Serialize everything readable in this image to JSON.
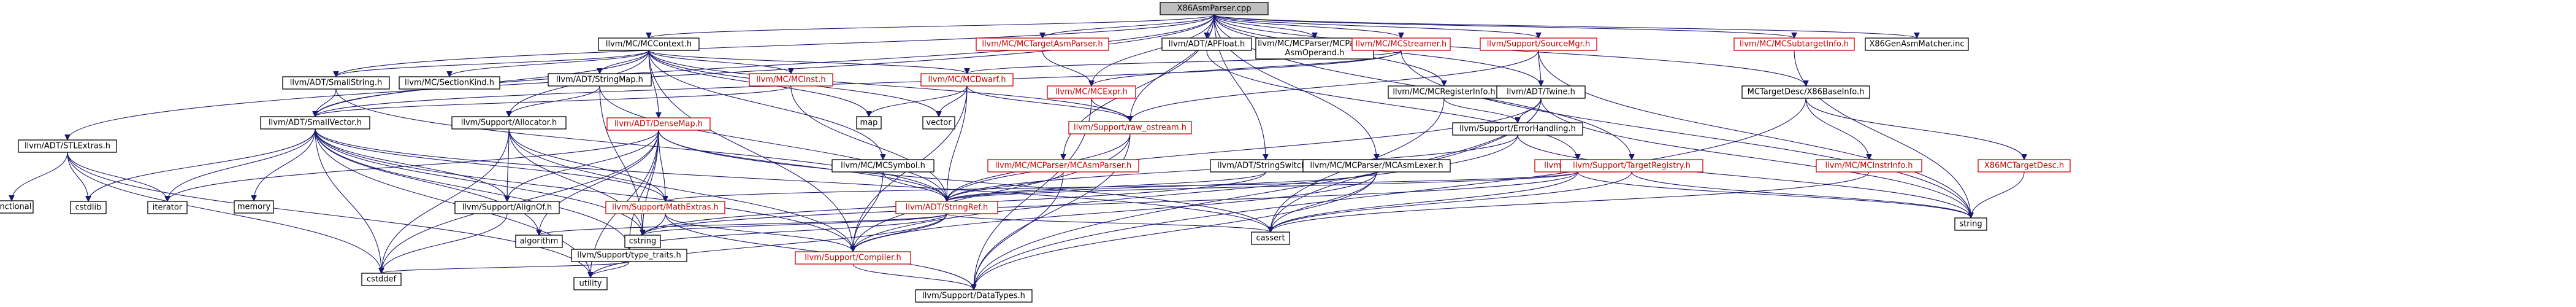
{
  "graph": {
    "nodes": [
      {
        "id": "n0",
        "lines": [
          "X86AsmParser.cpp"
        ],
        "color": "root"
      },
      {
        "id": "n1",
        "lines": [
          "llvm/ADT/STLExtras.h"
        ],
        "color": "black"
      },
      {
        "id": "n2",
        "lines": [
          "llvm/MC/MCContext.h"
        ],
        "color": "black"
      },
      {
        "id": "n3",
        "lines": [
          "llvm/MC/MCTargetAsmParser.h"
        ],
        "color": "red"
      },
      {
        "id": "n4",
        "lines": [
          "llvm/ADT/APFloat.h"
        ],
        "color": "black"
      },
      {
        "id": "n5",
        "lines": [
          "llvm/MC/MCParser/MCParsed",
          "AsmOperand.h"
        ],
        "color": "black"
      },
      {
        "id": "n6",
        "lines": [
          "llvm/MC/MCStreamer.h"
        ],
        "color": "red"
      },
      {
        "id": "n7",
        "lines": [
          "llvm/Support/SourceMgr.h"
        ],
        "color": "red"
      },
      {
        "id": "n8",
        "lines": [
          "llvm/MC/MCSubtargetInfo.h"
        ],
        "color": "red"
      },
      {
        "id": "n9",
        "lines": [
          "X86GenAsmMatcher.inc"
        ],
        "color": "black"
      },
      {
        "id": "n10",
        "lines": [
          "llvm/ADT/SmallString.h"
        ],
        "color": "black"
      },
      {
        "id": "n11",
        "lines": [
          "llvm/MC/SectionKind.h"
        ],
        "color": "black"
      },
      {
        "id": "n12",
        "lines": [
          "llvm/ADT/StringMap.h"
        ],
        "color": "black"
      },
      {
        "id": "n13",
        "lines": [
          "llvm/MC/MCInst.h"
        ],
        "color": "red"
      },
      {
        "id": "n14",
        "lines": [
          "llvm/MC/MCDwarf.h"
        ],
        "color": "red"
      },
      {
        "id": "n15",
        "lines": [
          "llvm/MC/MCExpr.h"
        ],
        "color": "red"
      },
      {
        "id": "n16",
        "lines": [
          "llvm/MC/MCRegisterInfo.h"
        ],
        "color": "black"
      },
      {
        "id": "n17",
        "lines": [
          "llvm/ADT/Twine.h"
        ],
        "color": "black"
      },
      {
        "id": "n18",
        "lines": [
          "MCTargetDesc/X86BaseInfo.h"
        ],
        "color": "black"
      },
      {
        "id": "n19",
        "lines": [
          "llvm/ADT/SmallVector.h"
        ],
        "color": "black"
      },
      {
        "id": "n20",
        "lines": [
          "llvm/Support/Allocator.h"
        ],
        "color": "black"
      },
      {
        "id": "n21",
        "lines": [
          "llvm/ADT/DenseMap.h"
        ],
        "color": "red"
      },
      {
        "id": "n22",
        "lines": [
          "map"
        ],
        "color": "black"
      },
      {
        "id": "n23",
        "lines": [
          "vector"
        ],
        "color": "black"
      },
      {
        "id": "n24",
        "lines": [
          "llvm/Support/raw_ostream.h"
        ],
        "color": "red"
      },
      {
        "id": "n25",
        "lines": [
          "llvm/MC/MCSymbol.h"
        ],
        "color": "black"
      },
      {
        "id": "n26",
        "lines": [
          "llvm/ADT/StringSwitch.h"
        ],
        "color": "black"
      },
      {
        "id": "n27",
        "lines": [
          "llvm/MC/MCParser/MCAsmParser.h"
        ],
        "color": "red"
      },
      {
        "id": "n28",
        "lines": [
          "llvm/MC/MCParser/MCAsmLexer.h"
        ],
        "color": "black"
      },
      {
        "id": "n29",
        "lines": [
          "llvm/ADT/APInt.h"
        ],
        "color": "red"
      },
      {
        "id": "n30",
        "lines": [
          "llvm/Support/ErrorHandling.h"
        ],
        "color": "black"
      },
      {
        "id": "n31",
        "lines": [
          "llvm/Support/TargetRegistry.h"
        ],
        "color": "red"
      },
      {
        "id": "n32",
        "lines": [
          "llvm/MC/MCInstrInfo.h"
        ],
        "color": "red"
      },
      {
        "id": "n33",
        "lines": [
          "X86MCTargetDesc.h"
        ],
        "color": "red"
      },
      {
        "id": "n34",
        "lines": [
          "string"
        ],
        "color": "black"
      },
      {
        "id": "n35",
        "lines": [
          "functional"
        ],
        "color": "black"
      },
      {
        "id": "n36",
        "lines": [
          "cstdlib"
        ],
        "color": "black"
      },
      {
        "id": "n37",
        "lines": [
          "iterator"
        ],
        "color": "black"
      },
      {
        "id": "n38",
        "lines": [
          "memory"
        ],
        "color": "black"
      },
      {
        "id": "n39",
        "lines": [
          "llvm/Support/AlignOf.h"
        ],
        "color": "black"
      },
      {
        "id": "n40",
        "lines": [
          "llvm/Support/MathExtras.h"
        ],
        "color": "red"
      },
      {
        "id": "n41",
        "lines": [
          "llvm/ADT/StringRef.h"
        ],
        "color": "red"
      },
      {
        "id": "n42",
        "lines": [
          "algorithm"
        ],
        "color": "black"
      },
      {
        "id": "n43",
        "lines": [
          "cstring"
        ],
        "color": "black"
      },
      {
        "id": "n44",
        "lines": [
          "llvm/Support/type_traits.h"
        ],
        "color": "black"
      },
      {
        "id": "n45",
        "lines": [
          "llvm/Support/Compiler.h"
        ],
        "color": "red"
      },
      {
        "id": "n46",
        "lines": [
          "cassert"
        ],
        "color": "black"
      },
      {
        "id": "n47",
        "lines": [
          "cstddef"
        ],
        "color": "black"
      },
      {
        "id": "n48",
        "lines": [
          "utility"
        ],
        "color": "black"
      },
      {
        "id": "n49",
        "lines": [
          "llvm/Support/DataTypes.h"
        ],
        "color": "black"
      }
    ],
    "edges": [
      [
        "n0",
        "n1"
      ],
      [
        "n0",
        "n2"
      ],
      [
        "n0",
        "n3"
      ],
      [
        "n0",
        "n4"
      ],
      [
        "n0",
        "n5"
      ],
      [
        "n0",
        "n6"
      ],
      [
        "n0",
        "n7"
      ],
      [
        "n0",
        "n8"
      ],
      [
        "n0",
        "n9"
      ],
      [
        "n0",
        "n19"
      ],
      [
        "n0",
        "n24"
      ],
      [
        "n0",
        "n26"
      ],
      [
        "n0",
        "n27"
      ],
      [
        "n0",
        "n28"
      ],
      [
        "n0",
        "n15"
      ],
      [
        "n0",
        "n16"
      ],
      [
        "n0",
        "n17"
      ],
      [
        "n0",
        "n18"
      ],
      [
        "n0",
        "n31"
      ],
      [
        "n0",
        "n10"
      ],
      [
        "n1",
        "n35"
      ],
      [
        "n1",
        "n36"
      ],
      [
        "n1",
        "n37"
      ],
      [
        "n1",
        "n47"
      ],
      [
        "n1",
        "n48"
      ],
      [
        "n2",
        "n10"
      ],
      [
        "n2",
        "n11"
      ],
      [
        "n2",
        "n12"
      ],
      [
        "n2",
        "n13"
      ],
      [
        "n2",
        "n14"
      ],
      [
        "n2",
        "n19"
      ],
      [
        "n2",
        "n20"
      ],
      [
        "n2",
        "n21"
      ],
      [
        "n2",
        "n22"
      ],
      [
        "n2",
        "n23"
      ],
      [
        "n2",
        "n24"
      ],
      [
        "n2",
        "n25"
      ],
      [
        "n2",
        "n45"
      ],
      [
        "n3",
        "n15"
      ],
      [
        "n4",
        "n29"
      ],
      [
        "n6",
        "n14"
      ],
      [
        "n6",
        "n15"
      ],
      [
        "n6",
        "n19"
      ],
      [
        "n6",
        "n34"
      ],
      [
        "n7",
        "n17"
      ],
      [
        "n7",
        "n24"
      ],
      [
        "n7",
        "n34"
      ],
      [
        "n8",
        "n34"
      ],
      [
        "n10",
        "n19"
      ],
      [
        "n10",
        "n41"
      ],
      [
        "n12",
        "n20"
      ],
      [
        "n12",
        "n41"
      ],
      [
        "n12",
        "n43"
      ],
      [
        "n13",
        "n19"
      ],
      [
        "n13",
        "n41"
      ],
      [
        "n14",
        "n22"
      ],
      [
        "n14",
        "n23"
      ],
      [
        "n14",
        "n24"
      ],
      [
        "n14",
        "n41"
      ],
      [
        "n14",
        "n45"
      ],
      [
        "n15",
        "n24"
      ],
      [
        "n15",
        "n49"
      ],
      [
        "n16",
        "n30"
      ],
      [
        "n16",
        "n46"
      ],
      [
        "n17",
        "n30"
      ],
      [
        "n17",
        "n41"
      ],
      [
        "n17",
        "n46"
      ],
      [
        "n17",
        "n34"
      ],
      [
        "n17",
        "n49"
      ],
      [
        "n18",
        "n32"
      ],
      [
        "n18",
        "n33"
      ],
      [
        "n18",
        "n49"
      ],
      [
        "n19",
        "n36"
      ],
      [
        "n19",
        "n37"
      ],
      [
        "n19",
        "n38"
      ],
      [
        "n19",
        "n39"
      ],
      [
        "n19",
        "n40"
      ],
      [
        "n19",
        "n42"
      ],
      [
        "n19",
        "n43"
      ],
      [
        "n19",
        "n44"
      ],
      [
        "n19",
        "n45"
      ],
      [
        "n19",
        "n46"
      ],
      [
        "n19",
        "n47"
      ],
      [
        "n19",
        "n48"
      ],
      [
        "n20",
        "n39"
      ],
      [
        "n20",
        "n40"
      ],
      [
        "n20",
        "n47"
      ],
      [
        "n20",
        "n43"
      ],
      [
        "n20",
        "n45"
      ],
      [
        "n21",
        "n40"
      ],
      [
        "n21",
        "n42"
      ],
      [
        "n21",
        "n44"
      ],
      [
        "n21",
        "n43"
      ],
      [
        "n21",
        "n46"
      ],
      [
        "n21",
        "n48"
      ],
      [
        "n21",
        "n47"
      ],
      [
        "n21",
        "n37"
      ],
      [
        "n21",
        "n39"
      ],
      [
        "n21",
        "n41"
      ],
      [
        "n24",
        "n41"
      ],
      [
        "n24",
        "n45"
      ],
      [
        "n24",
        "n49"
      ],
      [
        "n25",
        "n41"
      ],
      [
        "n25",
        "n45"
      ],
      [
        "n26",
        "n41"
      ],
      [
        "n26",
        "n43"
      ],
      [
        "n27",
        "n41"
      ],
      [
        "n27",
        "n49"
      ],
      [
        "n28",
        "n41"
      ],
      [
        "n28",
        "n46"
      ],
      [
        "n28",
        "n49"
      ],
      [
        "n28",
        "n45"
      ],
      [
        "n29",
        "n41"
      ],
      [
        "n29",
        "n40"
      ],
      [
        "n29",
        "n46"
      ],
      [
        "n29",
        "n43"
      ],
      [
        "n29",
        "n34"
      ],
      [
        "n30",
        "n41"
      ],
      [
        "n30",
        "n45"
      ],
      [
        "n30",
        "n34"
      ],
      [
        "n31",
        "n46"
      ],
      [
        "n31",
        "n34"
      ],
      [
        "n32",
        "n46"
      ],
      [
        "n33",
        "n34"
      ],
      [
        "n39",
        "n47"
      ],
      [
        "n40",
        "n44"
      ],
      [
        "n40",
        "n45"
      ],
      [
        "n40",
        "n49"
      ],
      [
        "n41",
        "n42"
      ],
      [
        "n41",
        "n43"
      ],
      [
        "n41",
        "n44"
      ],
      [
        "n41",
        "n45"
      ],
      [
        "n41",
        "n46"
      ],
      [
        "n41",
        "n48"
      ],
      [
        "n44",
        "n47"
      ],
      [
        "n44",
        "n48"
      ],
      [
        "n45",
        "n49"
      ]
    ]
  }
}
